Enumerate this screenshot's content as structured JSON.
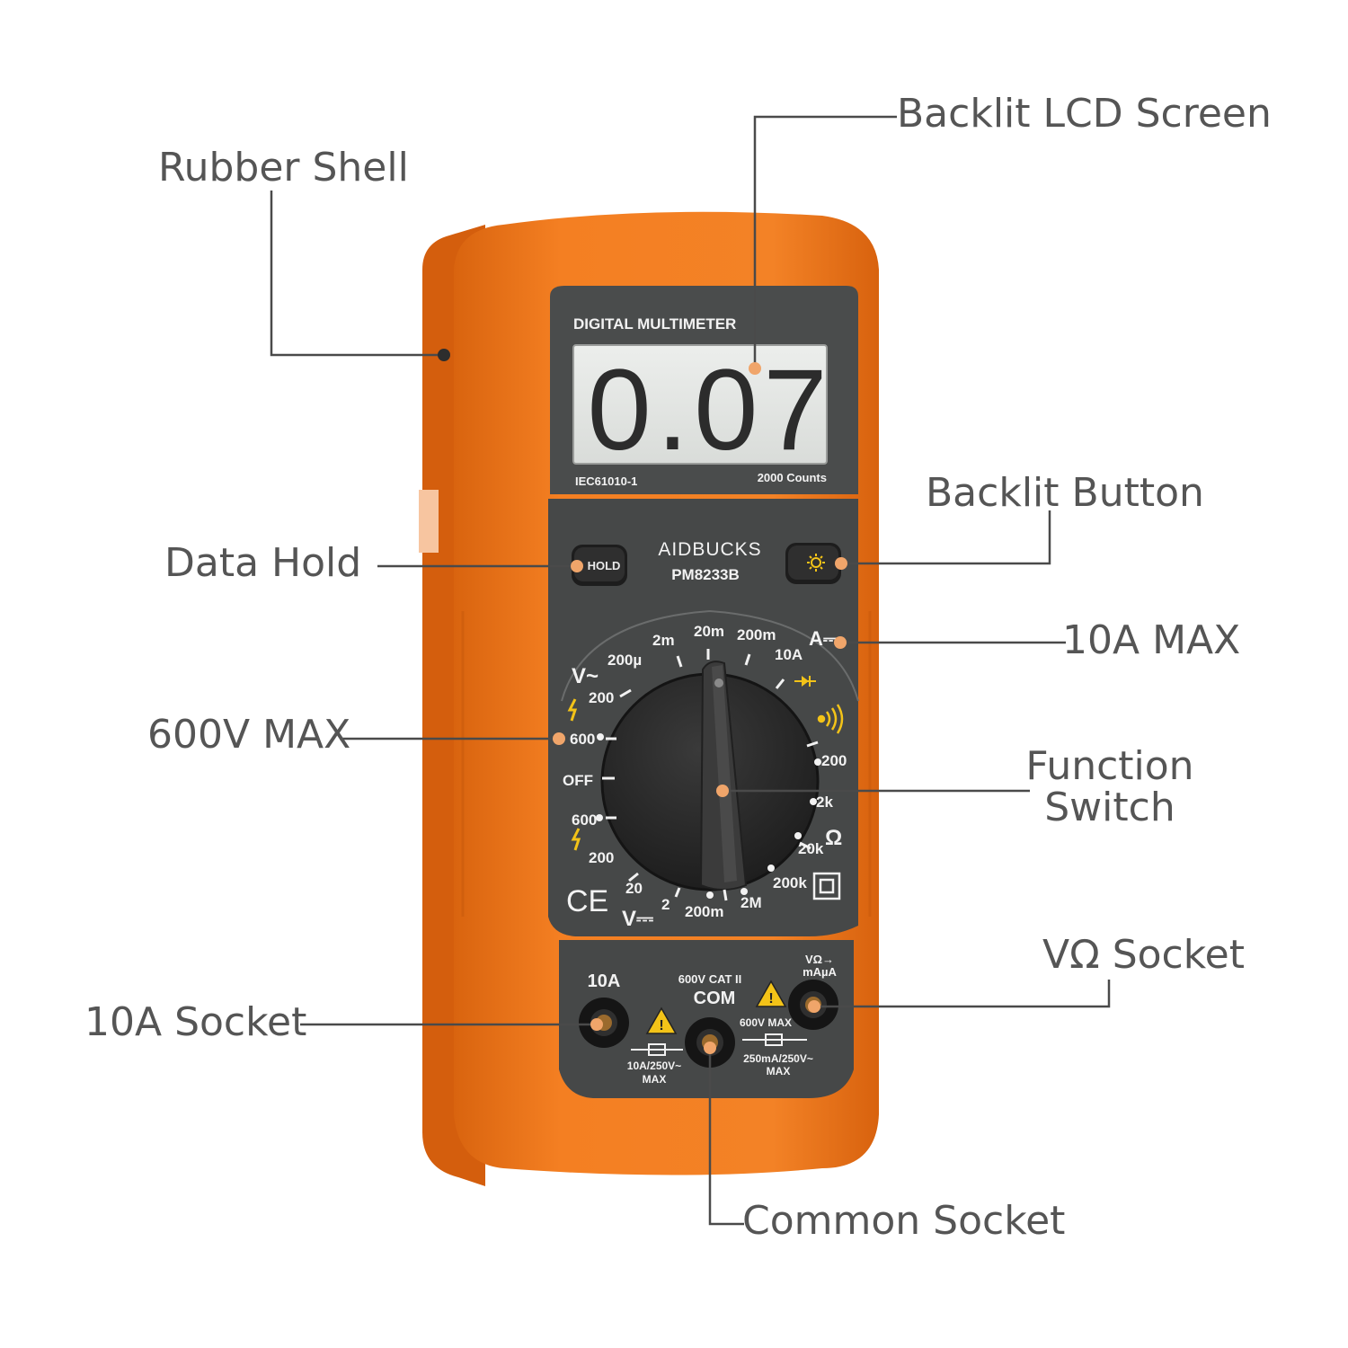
{
  "callouts": {
    "backlit_lcd_screen": "Backlit LCD Screen",
    "rubber_shell": "Rubber Shell",
    "backlit_button": "Backlit Button",
    "data_hold": "Data Hold",
    "ten_a_max": "10A MAX",
    "six_hundred_v_max": "600V MAX",
    "function_switch_line1": "Function",
    "function_switch_line2": "Switch",
    "vohm_socket": "VΩ Socket",
    "ten_a_socket": "10A Socket",
    "common_socket": "Common Socket"
  },
  "device": {
    "panel_title": "DIGITAL MULTIMETER",
    "display_value": "0.07",
    "standard": "IEC61010-1",
    "counts": "2000 Counts",
    "brand": "AIDBUCKS",
    "model": "PM8233B",
    "hold_label": "HOLD",
    "backlight_icon": "sun-icon",
    "ce_mark": "CE",
    "dial": {
      "v_ac": "V~",
      "v_dc": "V⎓",
      "amp_dc": "A⎓",
      "ohm": "Ω",
      "off": "OFF",
      "ac_200": "200",
      "ac_600": "600",
      "dc_600": "600",
      "dc_200": "200",
      "dc_20": "20",
      "dc_2": "2",
      "dc_200m": "200m",
      "ohm_2m": "2M",
      "ohm_200k": "200k",
      "ohm_20k": "20k",
      "ohm_2k": "2k",
      "ohm_200": "200",
      "a_200u": "200µ",
      "a_2m": "2m",
      "a_20m": "20m",
      "a_200m": "200m",
      "a_10a": "10A"
    },
    "sockets": {
      "tenA_label": "10A",
      "com_label": "COM",
      "cat_label": "600V CAT II",
      "vohm_label_line1": "VΩ→",
      "vohm_label_line2": "mAµA",
      "fuse_left_line1": "10A/250V~",
      "fuse_left_line2": "MAX",
      "fuse_right_top": "600V MAX",
      "fuse_right_line1": "250mA/250V~",
      "fuse_right_line2": "MAX"
    }
  },
  "colors": {
    "shell_orange": "#f0781e",
    "shell_orange_dark": "#d5620e",
    "panel_gray": "#474949",
    "lcd_bg": "#e6e8e6",
    "dial_black": "#2a2a2a",
    "marker_peach": "#f0a56a",
    "warning_yellow": "#f3c318"
  }
}
